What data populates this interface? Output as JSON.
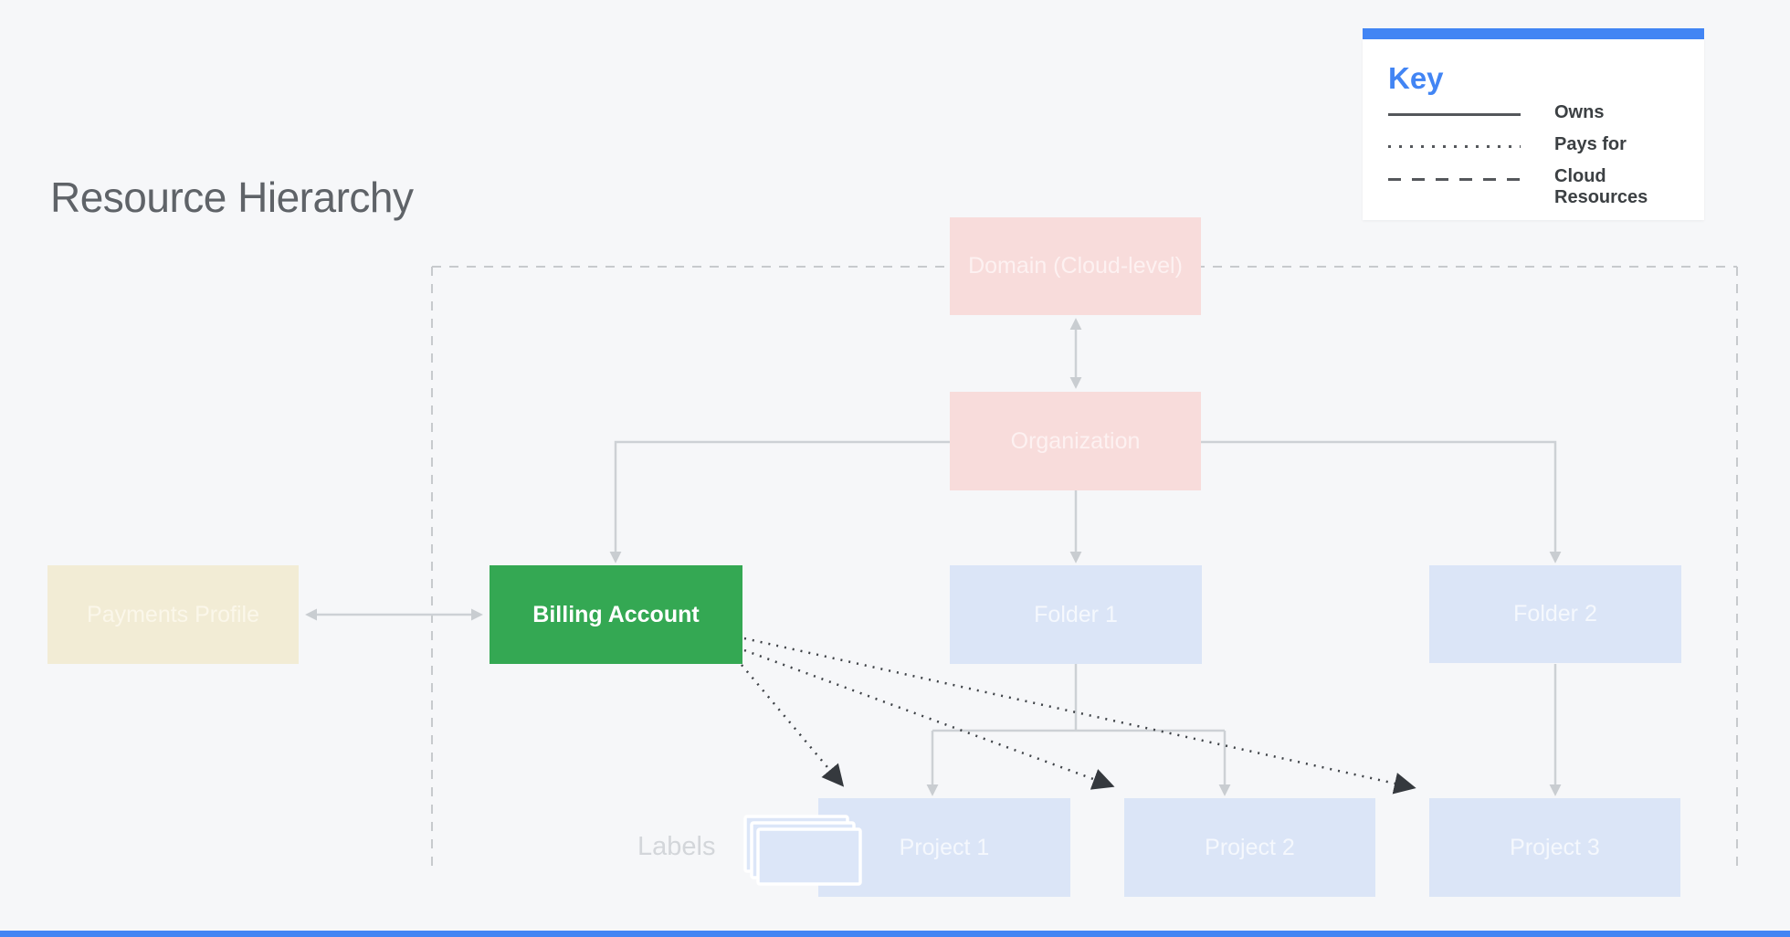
{
  "title": "Resource Hierarchy",
  "key": {
    "heading": "Key",
    "items": [
      {
        "style": "solid",
        "label": "Owns"
      },
      {
        "style": "dotted",
        "label": "Pays for"
      },
      {
        "style": "dashed",
        "label": "Cloud Resources"
      }
    ]
  },
  "nodes": {
    "domain": {
      "label": "Domain (Cloud-level)"
    },
    "organization": {
      "label": "Organization"
    },
    "payments_profile": {
      "label": "Payments Profile"
    },
    "billing_account": {
      "label": "Billing Account"
    },
    "folder1": {
      "label": "Folder 1"
    },
    "folder2": {
      "label": "Folder 2"
    },
    "project1": {
      "label": "Project 1"
    },
    "project2": {
      "label": "Project 2"
    },
    "project3": {
      "label": "Project 3"
    }
  },
  "labels_caption": "Labels",
  "colors": {
    "bg": "#f6f7f9",
    "accent_blue": "#4285f4",
    "pink": "#f8dcdb",
    "cream": "#f2ecd5",
    "green": "#34a853",
    "light_blue": "#dbe5f7",
    "connector_gray": "#cdd1d5",
    "arrow_gray": "#c9cdd1",
    "dark_line": "#54575b",
    "pays_for_dark": "#3e4247",
    "dashed_boundary": "#c7cacd",
    "title_gray": "#5f6368",
    "labels_gray": "#d3d6da",
    "text_on_pink": "#fdf1f1",
    "text_on_blue": "#f5f8fd",
    "text_on_cream": "#fbf7ea"
  }
}
